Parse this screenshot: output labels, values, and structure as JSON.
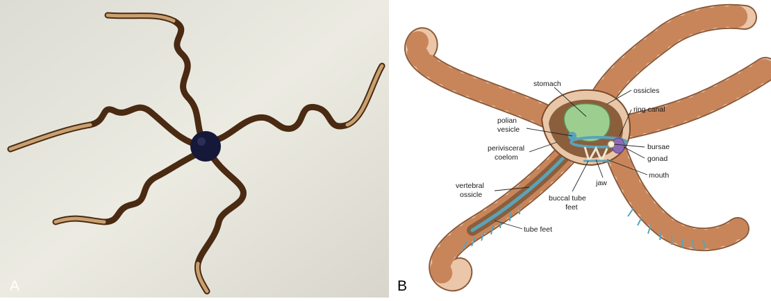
{
  "panel_a": {
    "letter": "A"
  },
  "panel_b": {
    "letter": "B",
    "labels": {
      "stomach": "stomach",
      "ossicles": "ossicles",
      "ring_canal": "ring canal",
      "polian_vesicle_1": "polian",
      "polian_vesicle_2": "vesicle",
      "perivisceral_1": "perivisceral",
      "perivisceral_2": "coelom",
      "bursae": "bursae",
      "gonad": "gonad",
      "mouth": "mouth",
      "jaw": "jaw",
      "vertebral_1": "vertebral",
      "vertebral_2": "ossicle",
      "buccal_1": "buccal tube",
      "buccal_2": "feet",
      "tube_feet": "tube feet"
    }
  },
  "colors": {
    "arm_dark": "#4a2a12",
    "arm_light": "#c89868",
    "disc": "#151838",
    "arm_tan": "#ebc6a8",
    "arm_stripe": "#c9855a",
    "coelom": "#8b5e3c",
    "stomach": "#9ccf8f",
    "canal": "#5aa3b8",
    "gonad": "#8b6bb5"
  }
}
